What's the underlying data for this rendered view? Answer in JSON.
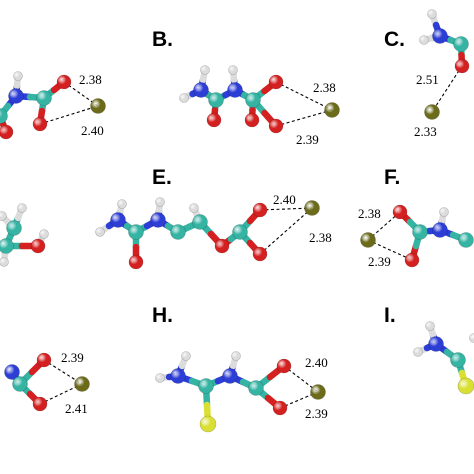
{
  "panels": [
    {
      "id": "A",
      "label": "",
      "distances": [
        "2.38",
        "2.40"
      ]
    },
    {
      "id": "B",
      "label": "B.",
      "distances": [
        "2.38",
        "2.39"
      ]
    },
    {
      "id": "C",
      "label": "C.",
      "distances": [
        "2.51",
        "2.33"
      ]
    },
    {
      "id": "D",
      "label": "",
      "distances": []
    },
    {
      "id": "E",
      "label": "E.",
      "distances": [
        "2.40",
        "2.38"
      ]
    },
    {
      "id": "F",
      "label": "F.",
      "distances": [
        "2.38",
        "2.39"
      ]
    },
    {
      "id": "G",
      "label": "",
      "distances": [
        "2.39",
        "2.41"
      ]
    },
    {
      "id": "H",
      "label": "H.",
      "distances": [
        "2.40",
        "2.39"
      ]
    },
    {
      "id": "I",
      "label": "I.",
      "distances": []
    }
  ],
  "atom_colors": {
    "carbon": "#35b3a3",
    "nitrogen": "#2d3ed6",
    "oxygen": "#d42020",
    "hydrogen": "#dcdcdc",
    "metal": "#6b6b1a",
    "sulfur": "#d9e033"
  }
}
